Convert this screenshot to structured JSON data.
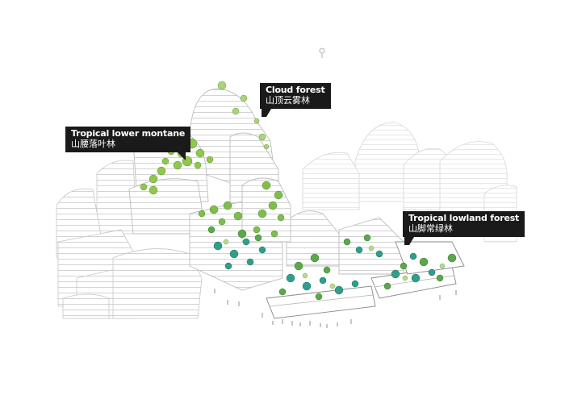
{
  "labels": {
    "cloud_forest": {
      "en": "Cloud forest",
      "zh": "山顶云雾林"
    },
    "lower_montane": {
      "en": "Tropical lower montane",
      "zh": "山腰落叶林"
    },
    "lowland_forest": {
      "en": "Tropical lowland forest",
      "zh": "山脚常绿林"
    }
  },
  "colors": {
    "label_bg": "#1a1a1a",
    "label_text": "#ffffff",
    "building_line": "#bdbdbd",
    "tree_light": "#8fc74f",
    "tree_mid": "#5aa84a",
    "tree_teal": "#2f9e8a"
  }
}
